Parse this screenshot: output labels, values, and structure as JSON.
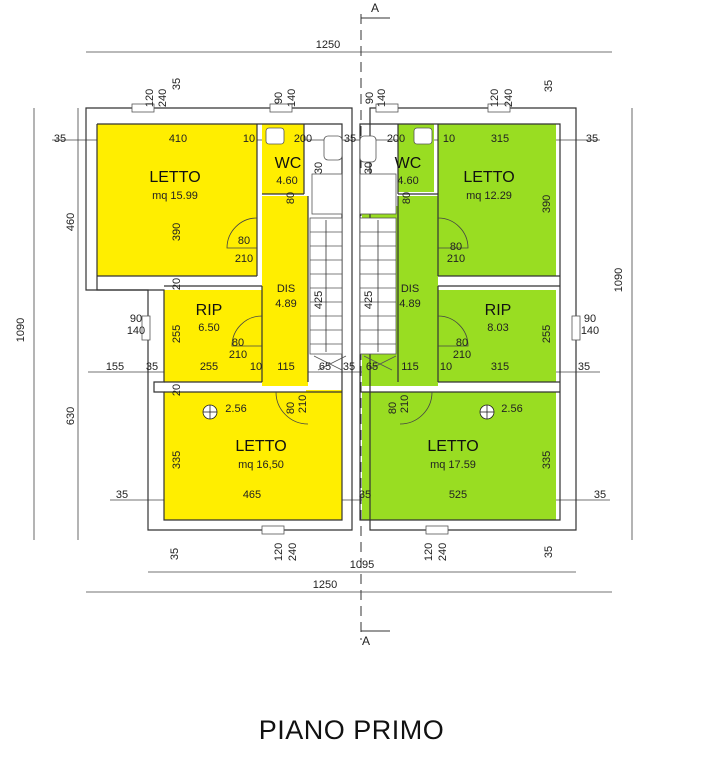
{
  "title": "PIANO PRIMO",
  "section": {
    "top": "A",
    "bottom": "A"
  },
  "colors": {
    "left_unit": "#ffee00",
    "right_unit": "#99dd22",
    "wall": "#ffffff",
    "line": "#333333"
  },
  "dimensions": {
    "overall_top": "1250",
    "overall_bottom": "1250",
    "inner_bottom": "1095",
    "left_height": "1090",
    "right_height": "1090",
    "left_upper": "460",
    "left_lower": "630",
    "row1_left": "410",
    "row1_left_b": "10",
    "row1_wc_left": "200",
    "row1_wc_right": "200",
    "row1_right_a": "10",
    "row1_right": "315",
    "edge_35": "35",
    "mid_left_155": "155",
    "mid_left_35": "35",
    "mid_left_255": "255",
    "mid_left_10": "10",
    "mid_left_115": "115",
    "mid_65a": "65",
    "mid_65b": "65",
    "mid_right_115": "115",
    "mid_right_10": "10",
    "mid_right_315": "315",
    "bottom_left_465": "465",
    "bottom_right_525": "525",
    "win_120": "120",
    "win_240": "240",
    "win_90": "90",
    "win_140": "140",
    "h_390a": "390",
    "h_390b": "390",
    "h_20": "20",
    "h_255a": "255",
    "h_255b": "255",
    "h_335a": "335",
    "h_335b": "335",
    "h_30": "30",
    "h_425a": "425",
    "h_425b": "425",
    "door_80": "80",
    "door_210": "210",
    "spot": "2.56"
  },
  "rooms": [
    {
      "name": "LETTO",
      "area": "mq 15.99"
    },
    {
      "name": "WC",
      "area": "4.60"
    },
    {
      "name": "WC",
      "area": "4.60"
    },
    {
      "name": "LETTO",
      "area": "mq 12.29"
    },
    {
      "name": "DIS",
      "area": "4.89"
    },
    {
      "name": "DIS",
      "area": "4.89"
    },
    {
      "name": "RIP",
      "area": "6.50"
    },
    {
      "name": "RIP",
      "area": "8.03"
    },
    {
      "name": "LETTO",
      "area": "mq 16,50"
    },
    {
      "name": "LETTO",
      "area": "mq 17.59"
    }
  ]
}
